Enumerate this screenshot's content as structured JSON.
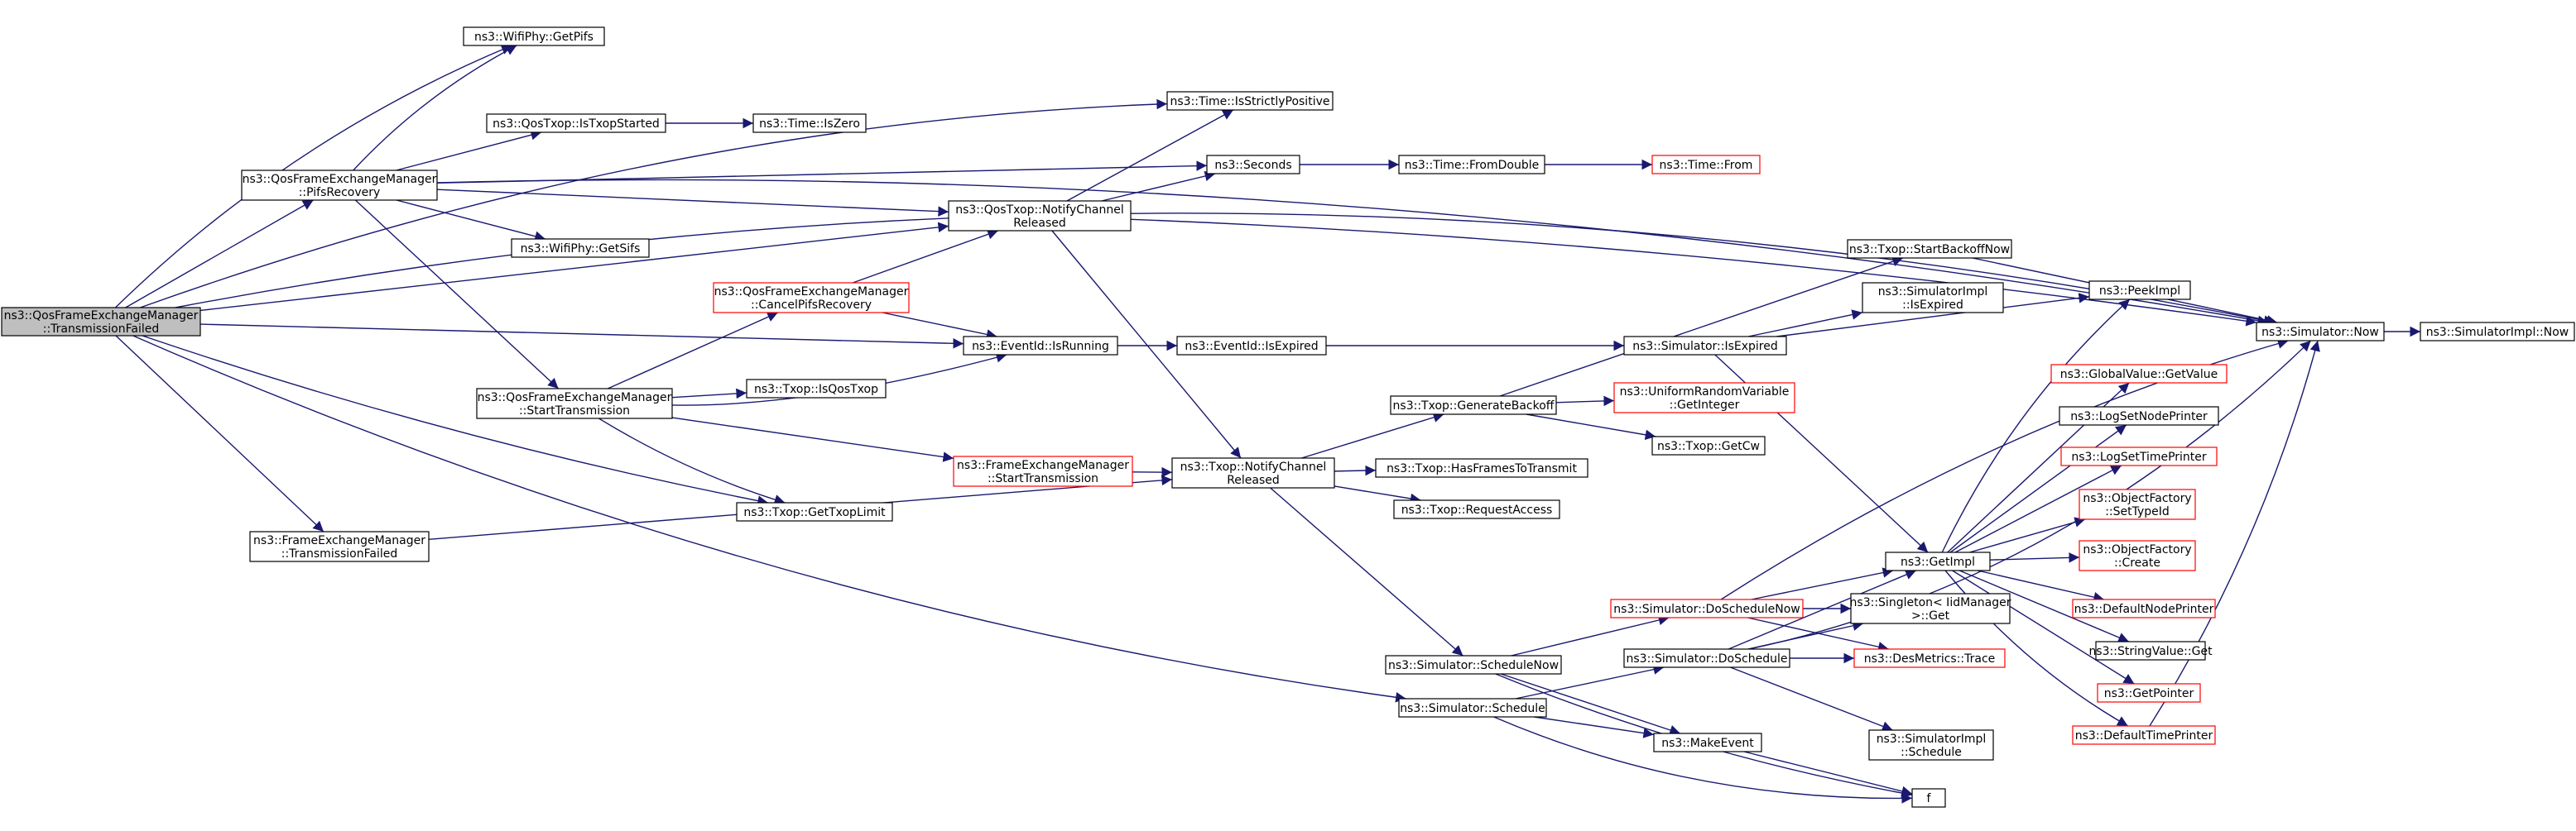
{
  "colors": {
    "edge": "#191970",
    "node_border": "#000000",
    "node_border_incomplete": "#ff0000",
    "root_fill": "#bfbfbf",
    "node_fill": "#ffffff"
  },
  "nodes": {
    "n_root": {
      "lines": [
        "ns3::QosFrameExchangeManager",
        "::TransmissionFailed"
      ],
      "root": true
    },
    "n_gpifs": {
      "lines": [
        "ns3::WifiPhy::GetPifs"
      ]
    },
    "n_istx": {
      "lines": [
        "ns3::QosTxop::IsTxopStarted"
      ]
    },
    "n_iszero": {
      "lines": [
        "ns3::Time::IsZero"
      ]
    },
    "n_pifsr": {
      "lines": [
        "ns3::QosFrameExchangeManager",
        "::PifsRecovery"
      ]
    },
    "n_isp": {
      "lines": [
        "ns3::Time::IsStrictlyPositive"
      ]
    },
    "n_sec": {
      "lines": [
        "ns3::Seconds"
      ]
    },
    "n_fromd": {
      "lines": [
        "ns3::Time::FromDouble"
      ]
    },
    "n_from": {
      "lines": [
        "ns3::Time::From"
      ],
      "incomplete": true
    },
    "n_qncr": {
      "lines": [
        "ns3::QosTxop::NotifyChannel",
        "Released"
      ]
    },
    "n_gsifs": {
      "lines": [
        "ns3::WifiPhy::GetSifs"
      ]
    },
    "n_now": {
      "lines": [
        "ns3::Simulator::Now"
      ]
    },
    "n_simplnow": {
      "lines": [
        "ns3::SimulatorImpl::Now"
      ]
    },
    "n_cpr": {
      "lines": [
        "ns3::QosFrameExchangeManager",
        "::CancelPifsRecovery"
      ],
      "incomplete": true
    },
    "n_isrun": {
      "lines": [
        "ns3::EventId::IsRunning"
      ]
    },
    "n_eexp": {
      "lines": [
        "ns3::EventId::IsExpired"
      ]
    },
    "n_sbo": {
      "lines": [
        "ns3::Txop::StartBackoffNow"
      ]
    },
    "n_siexp": {
      "lines": [
        "ns3::SimulatorImpl",
        "::IsExpired"
      ]
    },
    "n_simexp": {
      "lines": [
        "ns3::Simulator::IsExpired"
      ]
    },
    "n_peek": {
      "lines": [
        "ns3::PeekImpl"
      ]
    },
    "n_qst": {
      "lines": [
        "ns3::QosFrameExchangeManager",
        "::StartTransmission"
      ]
    },
    "n_isqtx": {
      "lines": [
        "ns3::Txop::IsQosTxop"
      ]
    },
    "n_genbo": {
      "lines": [
        "ns3::Txop::GenerateBackoff"
      ]
    },
    "n_urv": {
      "lines": [
        "ns3::UniformRandomVariable",
        "::GetInteger"
      ],
      "incomplete": true
    },
    "n_gv": {
      "lines": [
        "ns3::GlobalValue::GetValue"
      ],
      "incomplete": true
    },
    "n_lsnp": {
      "lines": [
        "ns3::LogSetNodePrinter"
      ]
    },
    "n_getcw": {
      "lines": [
        "ns3::Txop::GetCw"
      ]
    },
    "n_lstp": {
      "lines": [
        "ns3::LogSetTimePrinter"
      ],
      "incomplete": true
    },
    "n_fst": {
      "lines": [
        "ns3::FrameExchangeManager",
        "::StartTransmission"
      ],
      "incomplete": true
    },
    "n_tncr": {
      "lines": [
        "ns3::Txop::NotifyChannel",
        "Released"
      ]
    },
    "n_hftt": {
      "lines": [
        "ns3::Txop::HasFramesToTransmit"
      ]
    },
    "n_ofst": {
      "lines": [
        "ns3::ObjectFactory",
        "::SetTypeId"
      ],
      "incomplete": true
    },
    "n_gtl": {
      "lines": [
        "ns3::Txop::GetTxopLimit"
      ]
    },
    "n_reqa": {
      "lines": [
        "ns3::Txop::RequestAccess"
      ]
    },
    "n_ftf": {
      "lines": [
        "ns3::FrameExchangeManager",
        "::TransmissionFailed"
      ]
    },
    "n_ofc": {
      "lines": [
        "ns3::ObjectFactory",
        "::Create"
      ],
      "incomplete": true
    },
    "n_getimpl": {
      "lines": [
        "ns3::GetImpl"
      ]
    },
    "n_dnp": {
      "lines": [
        "ns3::DefaultNodePrinter"
      ],
      "incomplete": true
    },
    "n_dsn": {
      "lines": [
        "ns3::Simulator::DoScheduleNow"
      ],
      "incomplete": true
    },
    "n_sing": {
      "lines": [
        "ns3::Singleton< IidManager",
        ">::Get"
      ]
    },
    "n_svg": {
      "lines": [
        "ns3::StringValue::Get"
      ]
    },
    "n_schn": {
      "lines": [
        "ns3::Simulator::ScheduleNow"
      ]
    },
    "n_dos": {
      "lines": [
        "ns3::Simulator::DoSchedule"
      ]
    },
    "n_dmt": {
      "lines": [
        "ns3::DesMetrics::Trace"
      ],
      "incomplete": true
    },
    "n_getptr": {
      "lines": [
        "ns3::GetPointer"
      ],
      "incomplete": true
    },
    "n_sched": {
      "lines": [
        "ns3::Simulator::Schedule"
      ]
    },
    "n_dtp": {
      "lines": [
        "ns3::DefaultTimePrinter"
      ],
      "incomplete": true
    },
    "n_mkev": {
      "lines": [
        "ns3::MakeEvent"
      ]
    },
    "n_sisched": {
      "lines": [
        "ns3::SimulatorImpl",
        "::Schedule"
      ]
    },
    "n_f": {
      "lines": [
        "f"
      ]
    }
  },
  "edges": [
    [
      "n_root",
      "n_gpifs"
    ],
    [
      "n_root",
      "n_pifsr"
    ],
    [
      "n_root",
      "n_isp"
    ],
    [
      "n_root",
      "n_now"
    ],
    [
      "n_root",
      "n_qncr"
    ],
    [
      "n_root",
      "n_isrun"
    ],
    [
      "n_root",
      "n_gtl"
    ],
    [
      "n_root",
      "n_ftf"
    ],
    [
      "n_root",
      "n_sched"
    ],
    [
      "n_pifsr",
      "n_gpifs"
    ],
    [
      "n_pifsr",
      "n_istx"
    ],
    [
      "n_pifsr",
      "n_sec"
    ],
    [
      "n_pifsr",
      "n_qncr"
    ],
    [
      "n_pifsr",
      "n_gsifs"
    ],
    [
      "n_pifsr",
      "n_qst"
    ],
    [
      "n_pifsr",
      "n_now"
    ],
    [
      "n_istx",
      "n_iszero"
    ],
    [
      "n_sec",
      "n_fromd"
    ],
    [
      "n_fromd",
      "n_from"
    ],
    [
      "n_qncr",
      "n_isp"
    ],
    [
      "n_qncr",
      "n_sec"
    ],
    [
      "n_qncr",
      "n_now"
    ],
    [
      "n_qncr",
      "n_tncr"
    ],
    [
      "n_cpr",
      "n_qncr"
    ],
    [
      "n_cpr",
      "n_isrun"
    ],
    [
      "n_isrun",
      "n_eexp"
    ],
    [
      "n_eexp",
      "n_simexp"
    ],
    [
      "n_simexp",
      "n_siexp"
    ],
    [
      "n_simexp",
      "n_peek"
    ],
    [
      "n_simexp",
      "n_getimpl"
    ],
    [
      "n_qst",
      "n_cpr"
    ],
    [
      "n_qst",
      "n_isqtx"
    ],
    [
      "n_qst",
      "n_isrun"
    ],
    [
      "n_qst",
      "n_fst"
    ],
    [
      "n_qst",
      "n_gtl"
    ],
    [
      "n_fst",
      "n_tncr"
    ],
    [
      "n_ftf",
      "n_tncr"
    ],
    [
      "n_tncr",
      "n_genbo"
    ],
    [
      "n_tncr",
      "n_hftt"
    ],
    [
      "n_tncr",
      "n_reqa"
    ],
    [
      "n_tncr",
      "n_schn"
    ],
    [
      "n_genbo",
      "n_sbo"
    ],
    [
      "n_genbo",
      "n_urv"
    ],
    [
      "n_genbo",
      "n_getcw"
    ],
    [
      "n_sbo",
      "n_now"
    ],
    [
      "n_now",
      "n_simplnow"
    ],
    [
      "n_getimpl",
      "n_peek"
    ],
    [
      "n_getimpl",
      "n_gv"
    ],
    [
      "n_getimpl",
      "n_lsnp"
    ],
    [
      "n_getimpl",
      "n_lstp"
    ],
    [
      "n_getimpl",
      "n_ofst"
    ],
    [
      "n_getimpl",
      "n_ofc"
    ],
    [
      "n_getimpl",
      "n_dnp"
    ],
    [
      "n_getimpl",
      "n_svg"
    ],
    [
      "n_getimpl",
      "n_getptr"
    ],
    [
      "n_getimpl",
      "n_dtp"
    ],
    [
      "n_dsn",
      "n_getimpl"
    ],
    [
      "n_dsn",
      "n_sing"
    ],
    [
      "n_dsn",
      "n_dmt"
    ],
    [
      "n_dsn",
      "n_now"
    ],
    [
      "n_schn",
      "n_dsn"
    ],
    [
      "n_schn",
      "n_mkev"
    ],
    [
      "n_schn",
      "n_f"
    ],
    [
      "n_sched",
      "n_dos"
    ],
    [
      "n_sched",
      "n_mkev"
    ],
    [
      "n_sched",
      "n_f"
    ],
    [
      "n_dos",
      "n_getimpl"
    ],
    [
      "n_dos",
      "n_sing"
    ],
    [
      "n_dos",
      "n_dmt"
    ],
    [
      "n_dos",
      "n_sisched"
    ],
    [
      "n_dos",
      "n_now"
    ],
    [
      "n_mkev",
      "n_f"
    ],
    [
      "n_dtp",
      "n_now"
    ]
  ]
}
